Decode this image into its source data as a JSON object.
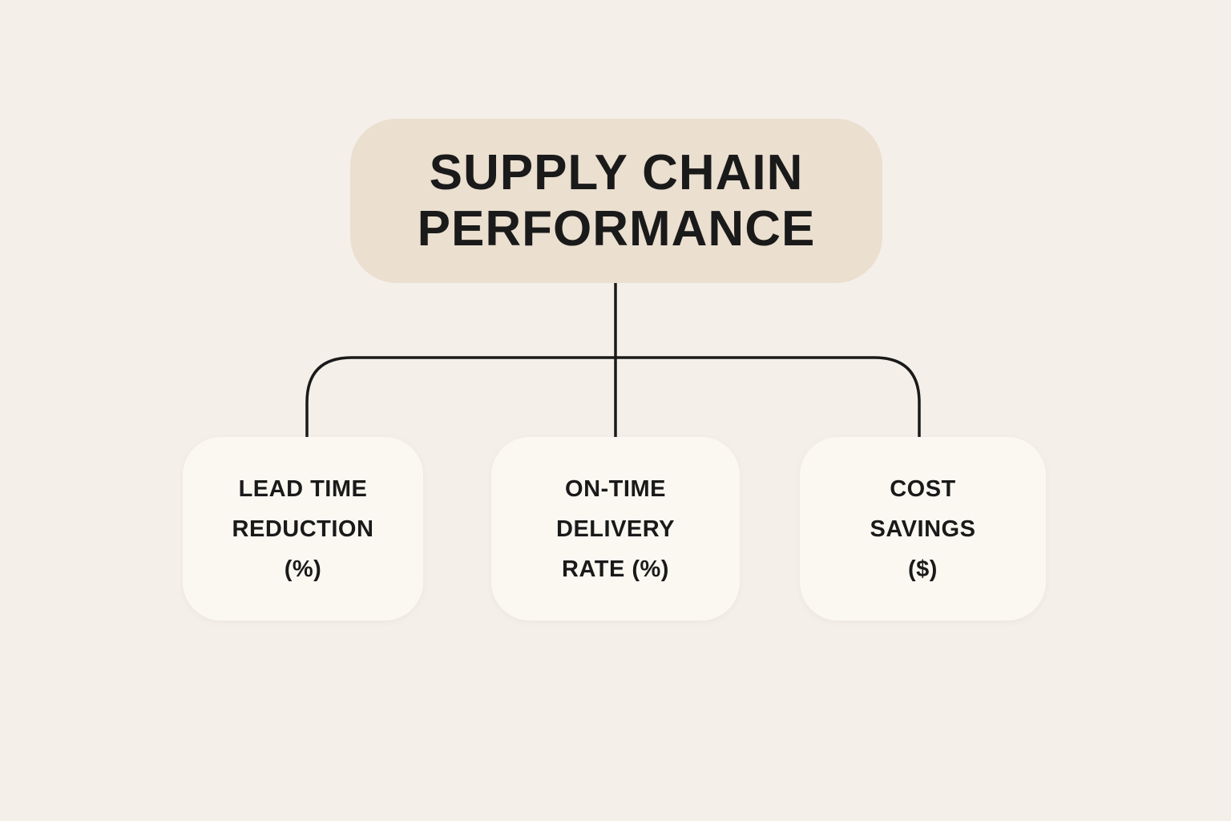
{
  "colors": {
    "background": "#f4f0e9",
    "root_box_fill": "#ebdfd0",
    "child_box_fill": "#fbf8f2",
    "text": "#1a1a1a",
    "connector": "#1a1a1a"
  },
  "diagram": {
    "type": "hierarchy",
    "root": {
      "label": "SUPPLY CHAIN\nPERFORMANCE"
    },
    "children": [
      {
        "id": "lead-time-reduction",
        "label": "LEAD TIME\nREDUCTION\n(%)"
      },
      {
        "id": "on-time-delivery-rate",
        "label": "ON-TIME\nDELIVERY\nRATE (%)"
      },
      {
        "id": "cost-savings",
        "label": "COST\nSAVINGS\n($)"
      }
    ]
  }
}
